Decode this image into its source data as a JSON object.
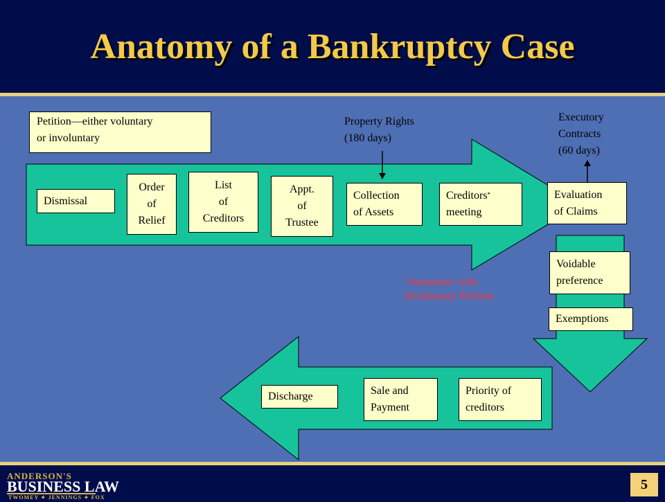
{
  "title": "Anatomy of a Bankruptcy Case",
  "page_number": "5",
  "logo": {
    "top": "ANDERSON'S",
    "main": "BUSINESS LAW",
    "sub": "TWOMEY ✦ JENNINGS ✦ FOX"
  },
  "colors": {
    "background": "#4f6fb4",
    "header": "#000d4a",
    "title": "#f2c94c",
    "arrow": "#17c39b",
    "box": "#ffffcc",
    "note_red": "#ff3333"
  },
  "boxes": {
    "petition": "Petition—either voluntary\nor involuntary",
    "dismissal": "Dismissal",
    "order_of_relief": "Order\nof\nRelief",
    "list_of_creditors": "List\nof\nCreditors",
    "appt_of_trustee": "Appt.\nof\nTrustee",
    "collection_of_assets": "Collection\nof Assets",
    "creditors_meeting_line1": "Creditors",
    "creditors_meeting_mark": "*",
    "creditors_meeting_line2": "meeting",
    "evaluation_of_claims": "Evaluation\nof Claims",
    "voidable_preference": "Voidable\npreference",
    "exemptions": "Exemptions",
    "priority_of_creditors": "Priority of\ncreditors",
    "sale_and_payment": "Sale and\nPayment",
    "discharge": "Discharge"
  },
  "notes": {
    "property_rights": "Property Rights\n(180 days)",
    "executory_contracts": "Executory\nContracts\n(60 days)",
    "automatic_mark": "*",
    "automatic_text": "Automatic with\nInvoluntary Petition"
  }
}
